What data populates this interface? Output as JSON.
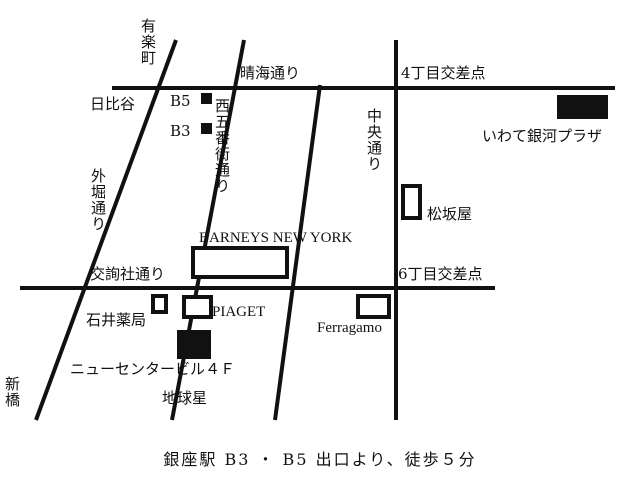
{
  "streets": {
    "harumi": "晴海通り",
    "sotobori": "外堀通り",
    "nishigoban": "西五番街通り",
    "chuo": "中央通り",
    "koujunsha": "交詢社通り"
  },
  "places": {
    "yurakucho": "有楽町",
    "hibiya": "日比谷",
    "shinbashi": "新橋",
    "exit_b5": "B5",
    "exit_b3": "B3",
    "crossing_4": "4丁目交差点",
    "crossing_6": "6丁目交差点",
    "iwate_plaza": "いわて銀河プラザ",
    "matsuzakaya": "松坂屋",
    "barneys": "BARNEYS NEW YORK",
    "piaget": "PIAGET",
    "ferragamo": "Ferragamo",
    "ishii": "石井薬局",
    "new_center": "ニューセンタービル４Ｆ",
    "chikyuusei": "地球星"
  },
  "caption": "銀座駅 B3 ・ B5 出口より、徒歩５分"
}
